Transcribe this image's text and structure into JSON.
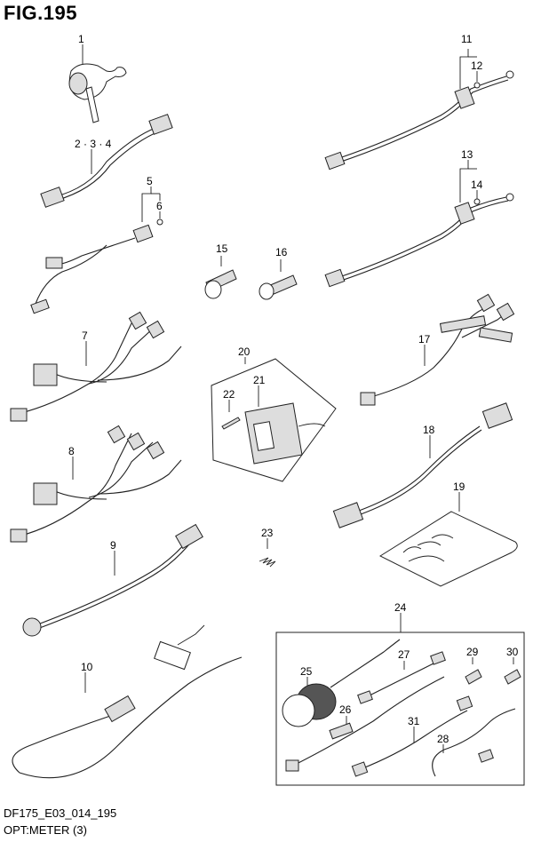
{
  "figure": {
    "title": "FIG.195",
    "code": "DF175_E03_014_195",
    "subtitle": "OPT:METER (3)"
  },
  "callouts": {
    "c1": "1",
    "c234": "2 · 3 · 4",
    "c5": "5",
    "c6": "6",
    "c7": "7",
    "c8": "8",
    "c9": "9",
    "c10": "10",
    "c11": "11",
    "c12": "12",
    "c13": "13",
    "c14": "14",
    "c15": "15",
    "c16": "16",
    "c17": "17",
    "c18": "18",
    "c19": "19",
    "c20": "20",
    "c21": "21",
    "c22": "22",
    "c23": "23",
    "c24": "24",
    "c25": "25",
    "c26": "26",
    "c27": "27",
    "c28": "28",
    "c29": "29",
    "c30": "30",
    "c31": "31"
  }
}
